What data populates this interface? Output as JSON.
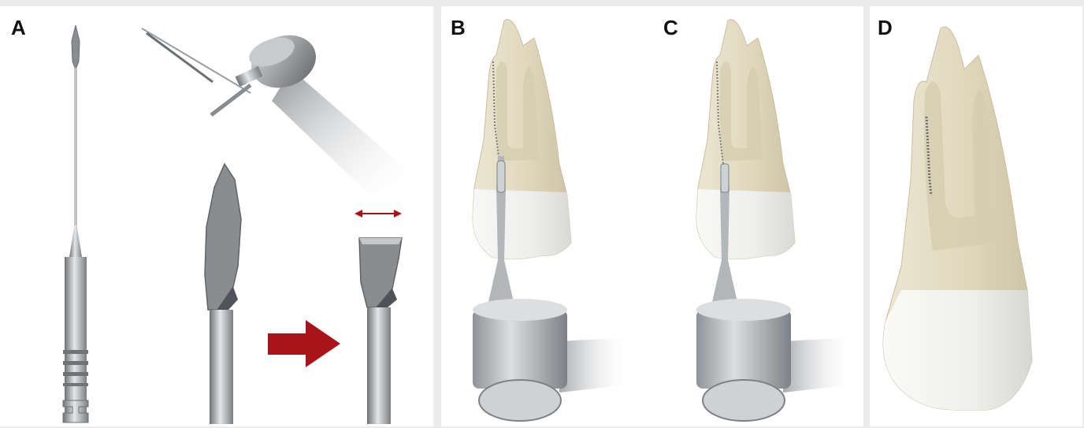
{
  "panels": {
    "a": {
      "label": "A"
    },
    "b": {
      "label": "B"
    },
    "c": {
      "label": "C"
    },
    "d": {
      "label": "D"
    }
  },
  "colors": {
    "background": "#ececec",
    "panel": "#ffffff",
    "metal": "#b4b7ba",
    "metal_dark": "#7d8185",
    "blade": "#8a8d90",
    "dentin": "#e6dfc8",
    "enamel": "#f4f4f2",
    "pulp": "#d6cdb0",
    "arrow": "#a8141a"
  },
  "icons": [
    "endodontic-file-icon",
    "handpiece-icon",
    "arrow-right-icon",
    "double-arrow-icon",
    "tooth-icon"
  ]
}
